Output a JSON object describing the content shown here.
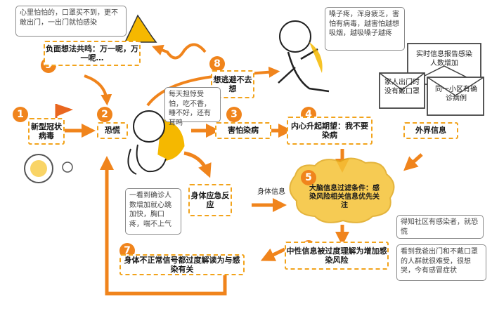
{
  "nodes": {
    "n1": {
      "num": "1",
      "label": "新型冠状病毒"
    },
    "n2": {
      "num": "2",
      "label": "恐慌"
    },
    "n3": {
      "num": "3",
      "label": "害怕染病"
    },
    "n4": {
      "num": "4",
      "label": "内心升起期望：我不要染病"
    },
    "n5": {
      "num": "5",
      "label": "大脑信息过滤条件：感染风险相关信息优先关注"
    },
    "n6": {
      "num": "6",
      "label": "中性信息被过度理解为增加感染风险"
    },
    "n7": {
      "num": "7",
      "label": "身体不正常信号都过度解读为与感染有关"
    },
    "n8": {
      "num": "8",
      "label": "想逃避不去想"
    },
    "n9": {
      "num": "9",
      "label": "负面想法共鸣：万一呢，万一呢…"
    },
    "body": {
      "label": "身体应急反应"
    },
    "external": {
      "label": "外界信息"
    }
  },
  "notes": {
    "fear_tired": "每天担惊受怕，吃不香，睡不好，还有耳鸣",
    "symptoms": "嗓子疼，浑身疲乏，害怕有病毒，越害怕越想吸烟，越吸嗓子越疼",
    "afraid_out": "心里怕怕的，口罩买不到，更不敢出门，一出门就怕感染",
    "heart": "一看到确诊人数增加就心跳加快，胸口疼，喘不上气",
    "community": "得知社区有感染者，就恐慌",
    "dad": "看到我爸出门和不戴口罩的人群就很难受，很想哭，今有感冒症状"
  },
  "body_info_label": "身体信息",
  "envelopes": {
    "e1": "实时信息报告感染人数增加",
    "e2": "家人出门时没有戴口罩",
    "e3": "同一小区有确诊病例"
  },
  "colors": {
    "accent": "#f0841c",
    "dashed": "#f2a31b",
    "figure": "#f5b800"
  }
}
